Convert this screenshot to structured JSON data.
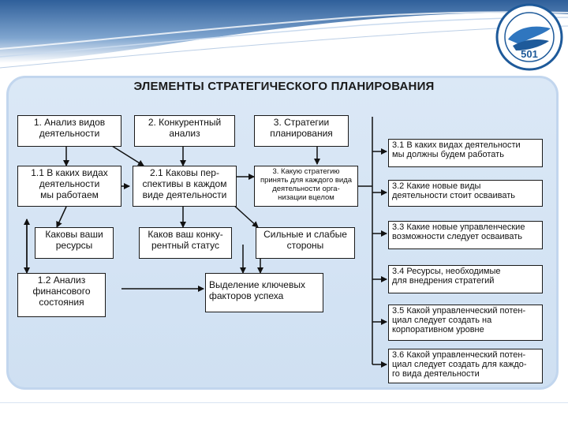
{
  "title": "ЭЛЕМЕНТЫ СТРАТЕГИЧЕСКОГО ПЛАНИРОВАНИЯ",
  "logo": {
    "number": "501"
  },
  "boxes": {
    "b1": "1. Анализ видов\nдеятельности",
    "b2": "2. Конкурентный\nанализ",
    "b3": "3. Стратегии\nпланирования",
    "b11": "1.1 В каких видах\nдеятельности\nмы работаем",
    "b21": "2.1 Каковы пер-\nспективы в каждом\nвиде деятельности",
    "b3x": "3. Какую стратегию\nпринять для каждого вида\nдеятельности орга-\nнизации вцелом",
    "res": "Каковы ваши\nресурсы",
    "comp": "Каков ваш конку-\nрентный статус",
    "sw": "Сильные и слабые\nстороны",
    "b12": "1.2 Анализ\nфинансового\nсостояния",
    "key": "Выделение ключевых\nфакторов успеха",
    "r31": "3.1 В каких видах деятельности\nмы должны будем работать",
    "r32": "3.2 Какие новые виды\nдеятельности стоит осваивать",
    "r33": "3.3 Какие новые управленческие\nвозможности следует осваивать",
    "r34": "3.4 Ресурсы, необходимые\nдля внедрения стратегий",
    "r35": "3.5 Какой управленческий потен-\nциал следует создать на\nкорпоративном уровне",
    "r36": "3.6 Какой управленческий потен-\nциал следует создать для каждо-\nго вида деятельности"
  },
  "colors": {
    "panel": "#d6e5f5",
    "panel_border": "#c2d6ee",
    "header_blue": "#3d6fa8",
    "logo_blue": "#1e5a9a"
  }
}
